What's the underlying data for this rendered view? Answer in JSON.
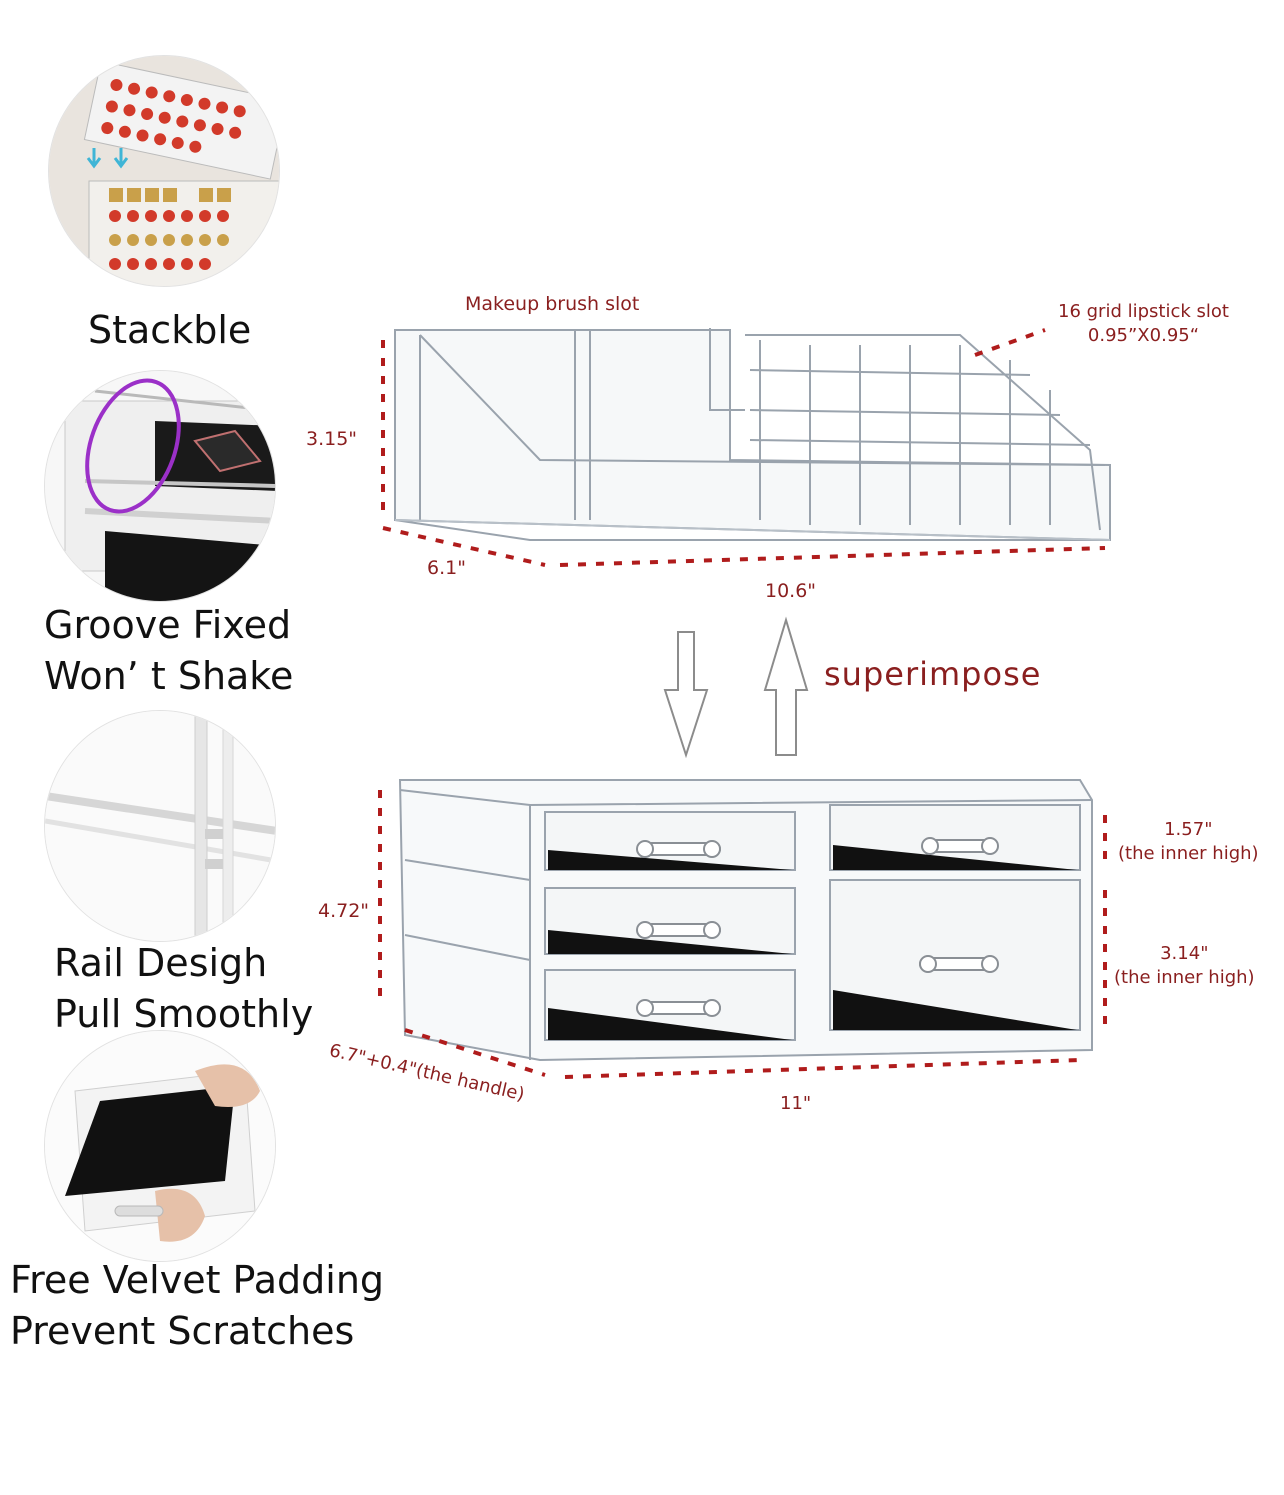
{
  "features": [
    {
      "icon": "stacked-lipstick-trays-photo",
      "lines": [
        "Stackble"
      ]
    },
    {
      "icon": "groove-closeup-photo",
      "lines": [
        "Groove Fixed",
        "Won’ t Shake"
      ]
    },
    {
      "icon": "rail-closeup-photo",
      "lines": [
        "Rail Desigh",
        "Pull Smoothly"
      ]
    },
    {
      "icon": "velvet-padding-photo",
      "lines": [
        "Free Velvet Padding",
        "Prevent Scratches"
      ]
    }
  ],
  "top_tray": {
    "brush_slot_label": "Makeup brush slot",
    "lipstick_slot_label": "16 grid lipstick slot",
    "lipstick_slot_size": "0.95”X0.95“",
    "height": "3.15\"",
    "depth": "6.1\"",
    "width": "10.6\""
  },
  "superimpose_label": "superimpose",
  "drawer_unit": {
    "height": "4.72\"",
    "depth": "6.7\"+0.4\"(the handle)",
    "width": "11\"",
    "small_drawer_height": "1.57\"",
    "small_drawer_note": "(the inner high)",
    "large_drawer_height": "3.14\"",
    "large_drawer_note": "(the inner high)"
  },
  "colors": {
    "accent": "#8a1f1f",
    "dotted": "#b01c1c",
    "acrylic": "#9aa3ad",
    "velvet": "#111111"
  }
}
